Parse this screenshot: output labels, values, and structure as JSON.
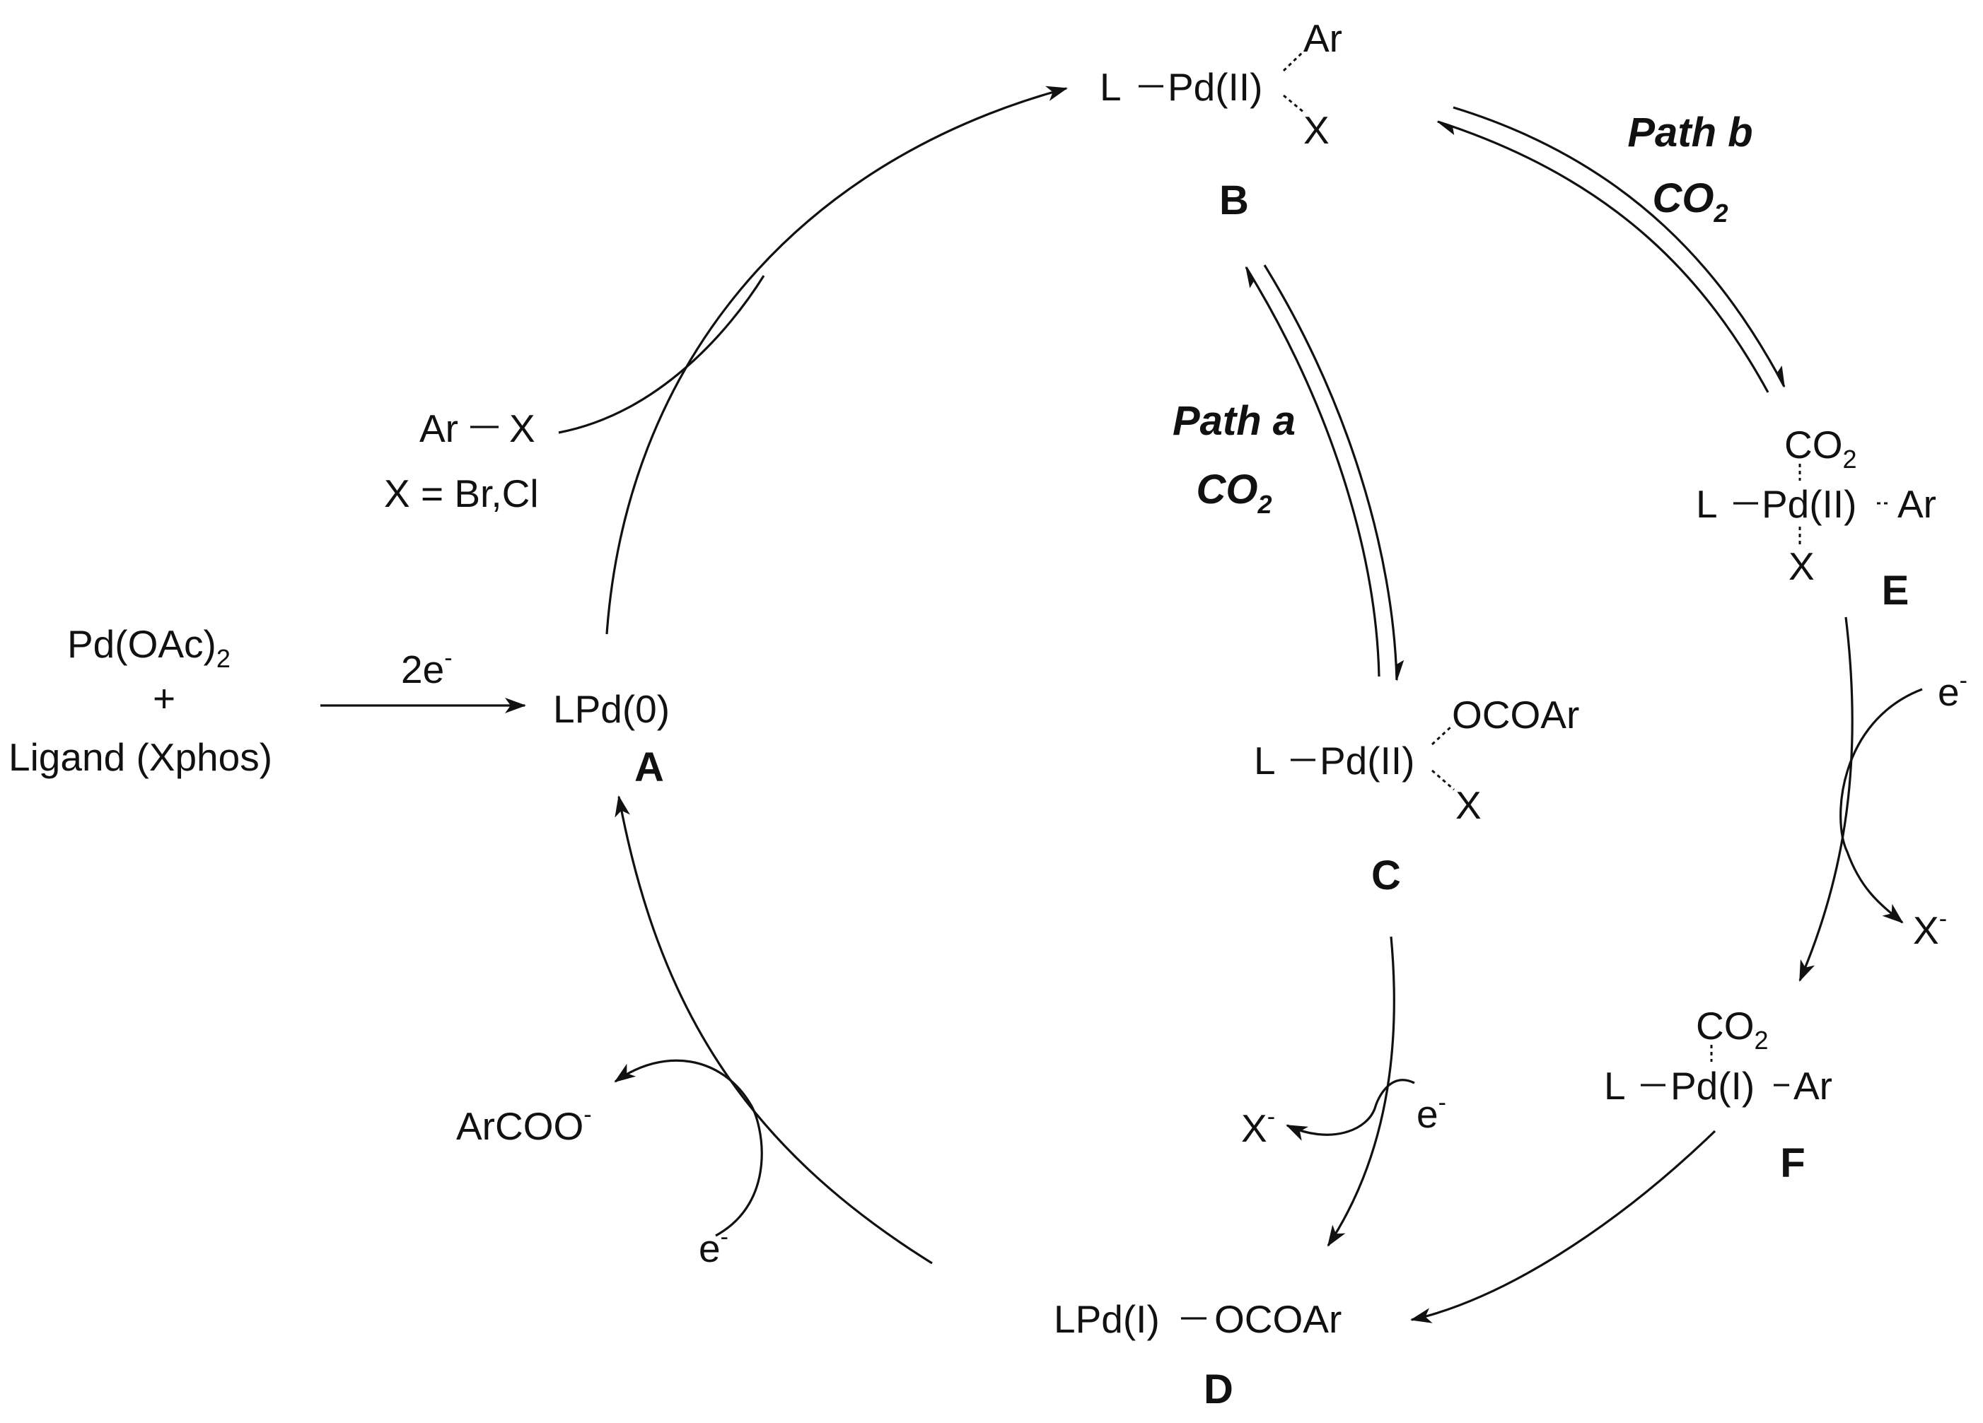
{
  "colors": {
    "ink": "#111111",
    "background": "#ffffff"
  },
  "precursor": {
    "line1": "Pd(OAc)",
    "line1_sub": "2",
    "plus": "+",
    "line2": "Ligand (Xphos)",
    "arrow_label": "2e",
    "arrow_label_sup": "-"
  },
  "species": {
    "A": {
      "formula": "LPd(0)",
      "label": "A"
    },
    "B": {
      "L": "L",
      "metal": "Pd(II)",
      "ar": "Ar",
      "x": "X",
      "label": "B"
    },
    "C": {
      "L": "L",
      "metal": "Pd(II)",
      "ocoar": "OCOAr",
      "x": "X",
      "label": "C"
    },
    "D": {
      "left": "LPd(I)",
      "right": "OCOAr",
      "label": "D"
    },
    "E": {
      "co2": "CO",
      "co2_sub": "2",
      "L": "L",
      "metal": "Pd(II)",
      "ar": "Ar",
      "x": "X",
      "label": "E"
    },
    "F": {
      "co2": "CO",
      "co2_sub": "2",
      "L": "L",
      "metal": "Pd(I)",
      "ar": "Ar",
      "label": "F"
    }
  },
  "substrate": {
    "ar": "Ar",
    "x": "X",
    "note": "X = Br,Cl"
  },
  "paths": {
    "a": {
      "name": "Path a",
      "reagent": "CO",
      "reagent_sub": "2"
    },
    "b": {
      "name": "Path b",
      "reagent": "CO",
      "reagent_sub": "2"
    }
  },
  "electron_steps": {
    "e_to_f": {
      "in": "e",
      "in_sup": "-",
      "out": "X",
      "out_sup": "-"
    },
    "c_to_d": {
      "in": "e",
      "in_sup": "-",
      "out": "X",
      "out_sup": "-"
    },
    "d_to_a": {
      "in": "e",
      "in_sup": "-",
      "out": "ArCOO",
      "out_sup": "-"
    }
  }
}
